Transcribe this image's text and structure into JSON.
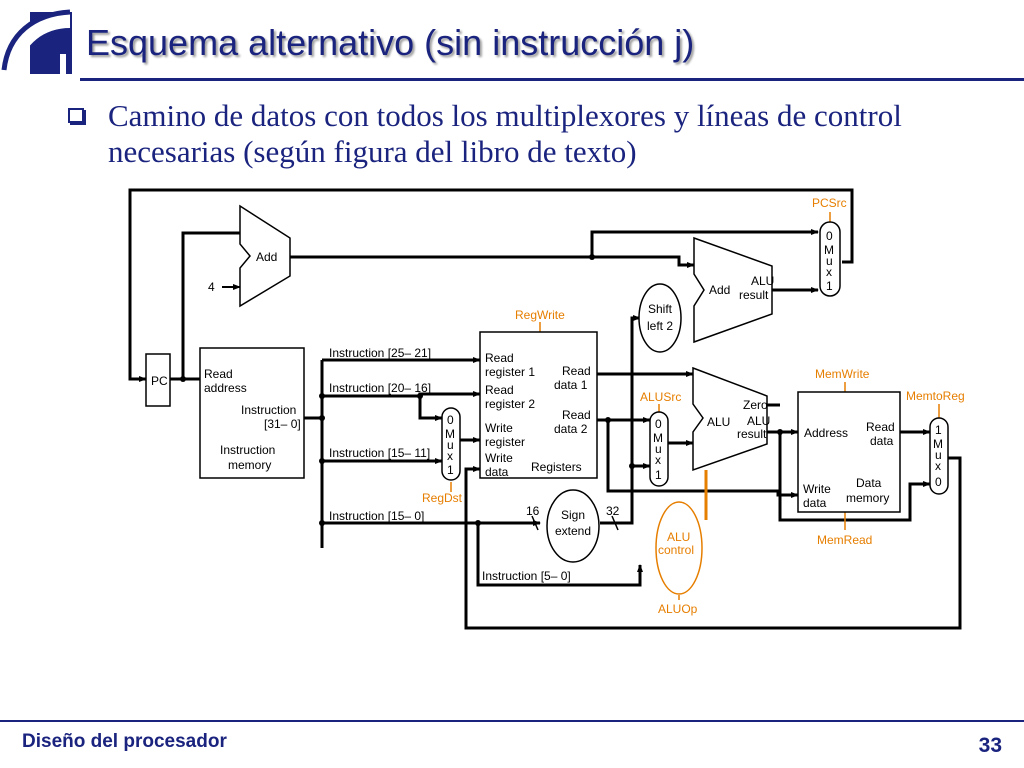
{
  "slide": {
    "title": "Esquema alternativo (sin instrucción j)",
    "bullet": "Camino de datos con todos los multiplexores y líneas de control necesarias (según figura del libro de texto)",
    "footer_left": "Diseño del procesador",
    "page_number": "33"
  },
  "colors": {
    "title": "#1a237e",
    "control": "#e67e00",
    "wire": "#000000"
  },
  "diagram": {
    "pc": "PC",
    "add_top": "Add",
    "four": "4",
    "add_branch": "Add",
    "alu_result_1": "ALU",
    "alu_result_2": "result",
    "shift_1": "Shift",
    "shift_2": "left 2",
    "pcsrc": "PCSrc",
    "mux_pc": [
      "0",
      "M",
      "u",
      "x",
      "1"
    ],
    "imem_read_1": "Read",
    "imem_read_2": "address",
    "imem_instr_1": "Instruction",
    "imem_instr_2": "[31– 0]",
    "imem_mem_1": "Instruction",
    "imem_mem_2": "memory",
    "instr_25_21": "Instruction [25– 21]",
    "instr_20_16": "Instruction [20– 16]",
    "instr_15_11": "Instruction [15– 11]",
    "instr_15_0": "Instruction [15– 0]",
    "instr_5_0": "Instruction [5– 0]",
    "regdst": "RegDst",
    "mux_regdst": [
      "0",
      "M",
      "u",
      "x",
      "1"
    ],
    "regwrite": "RegWrite",
    "rf_rr1_1": "Read",
    "rf_rr1_2": "register 1",
    "rf_rr2_1": "Read",
    "rf_rr2_2": "register 2",
    "rf_wr_1": "Write",
    "rf_wr_2": "register",
    "rf_wd_1": "Write",
    "rf_wd_2": "data",
    "rf_rd1_1": "Read",
    "rf_rd1_2": "data 1",
    "rf_rd2_1": "Read",
    "rf_rd2_2": "data 2",
    "rf_name": "Registers",
    "sign_1": "Sign",
    "sign_2": "extend",
    "bits_16": "16",
    "bits_32": "32",
    "alusrc": "ALUSrc",
    "mux_alusrc": [
      "0",
      "M",
      "u",
      "x",
      "1"
    ],
    "alu": "ALU",
    "zero": "Zero",
    "alu_res_1": "ALU",
    "alu_res_2": "result",
    "aluctl_1": "ALU",
    "aluctl_2": "control",
    "aluop": "ALUOp",
    "memwrite": "MemWrite",
    "memread": "MemRead",
    "memtoreg": "MemtoReg",
    "dm_address": "Address",
    "dm_read_1": "Read",
    "dm_read_2": "data",
    "dm_write_1": "Write",
    "dm_write_2": "data",
    "dm_name_1": "Data",
    "dm_name_2": "memory",
    "mux_memtoreg": [
      "1",
      "M",
      "u",
      "x",
      "0"
    ]
  }
}
